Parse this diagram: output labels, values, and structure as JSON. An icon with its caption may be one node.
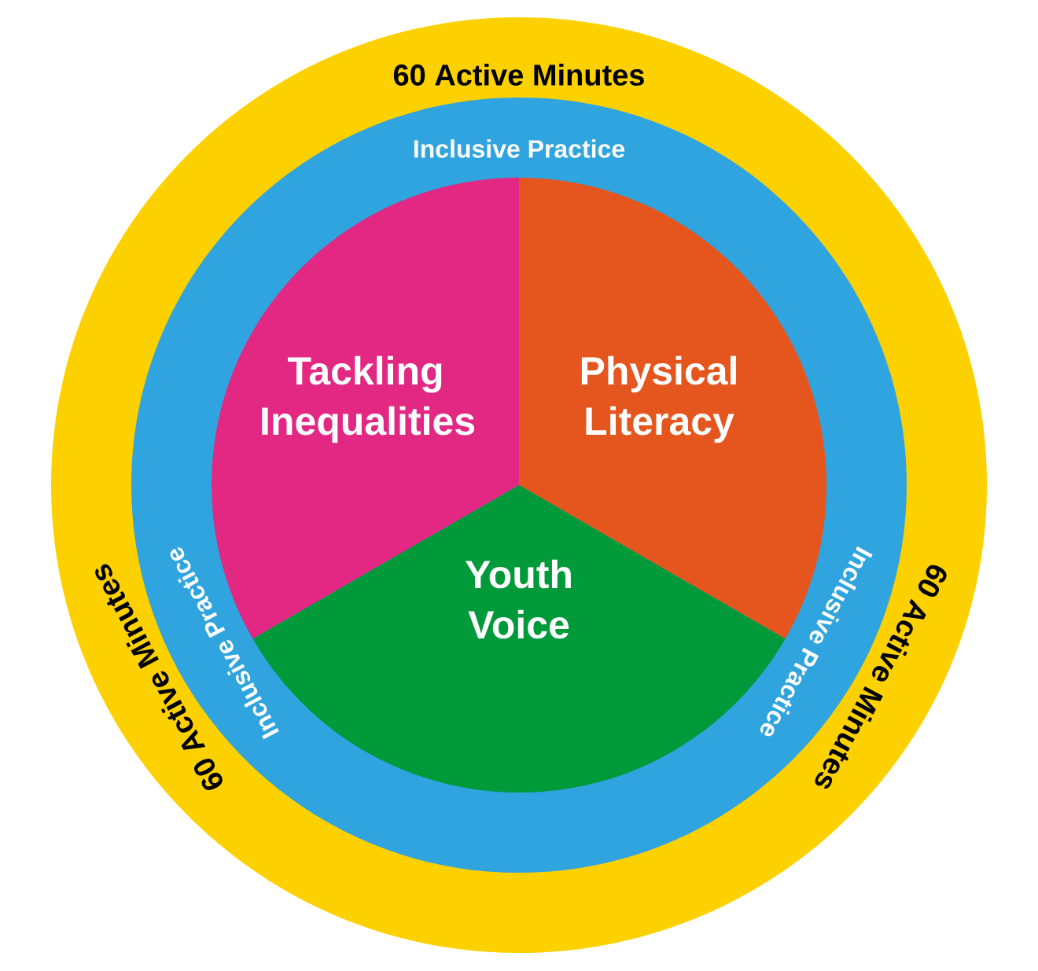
{
  "diagram": {
    "nodes": [
      {
        "text": [
          "60 Active Minutes",
          "60 Active Minutes",
          "60 Active Minutes"
        ]
      },
      {
        "text": [
          "Inclusive Practice",
          "Inclusive Practice",
          "Inclusive Practice"
        ],
        "in": 0
      },
      {
        "text": [
          "Tackling Inequalities"
        ],
        "in": 1
      },
      {
        "text": [
          "Physical Literacy"
        ],
        "in": 1
      },
      {
        "text": [
          "Youth Voice"
        ],
        "in": 1
      }
    ]
  }
}
